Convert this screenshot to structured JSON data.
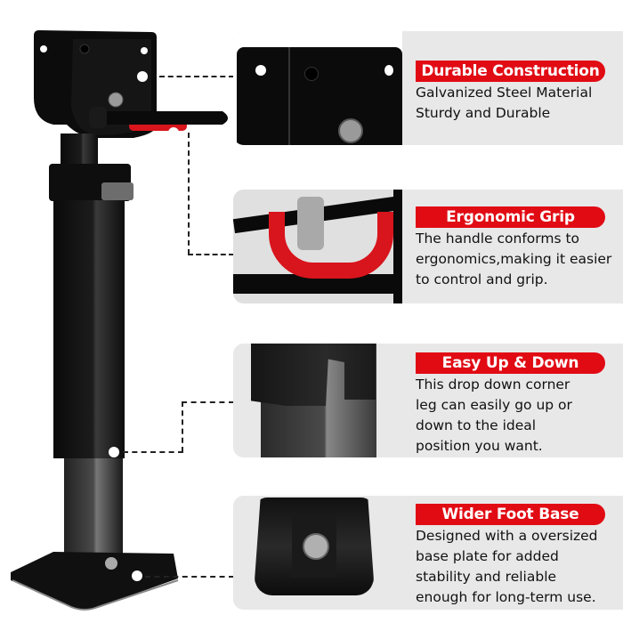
{
  "accent_color": "#e10b14",
  "panel_color": "#e8e8e8",
  "product": {
    "name": "drop-leg-jack",
    "handle_grip_color": "#d8141c"
  },
  "features": [
    {
      "title": "Durable Construction",
      "lines": [
        "Galvanized Steel Material",
        "Sturdy and Durable"
      ],
      "photo": "mounting-bracket-closeup"
    },
    {
      "title": "Ergonomic Grip",
      "lines": [
        "The handle conforms to",
        "ergonomics,making it easier",
        "to control and grip."
      ],
      "photo": "red-handle-grip-closeup"
    },
    {
      "title": "Easy Up & Down",
      "lines": [
        "This drop down corner",
        "leg can easily go up or",
        "down to the ideal",
        "position you want."
      ],
      "photo": "telescoping-leg-notch-closeup"
    },
    {
      "title": "Wider Foot Base",
      "lines": [
        "Designed with a oversized",
        "base plate for added",
        "stability and reliable",
        "enough for long-term use."
      ],
      "photo": "foot-base-plate-closeup"
    }
  ]
}
